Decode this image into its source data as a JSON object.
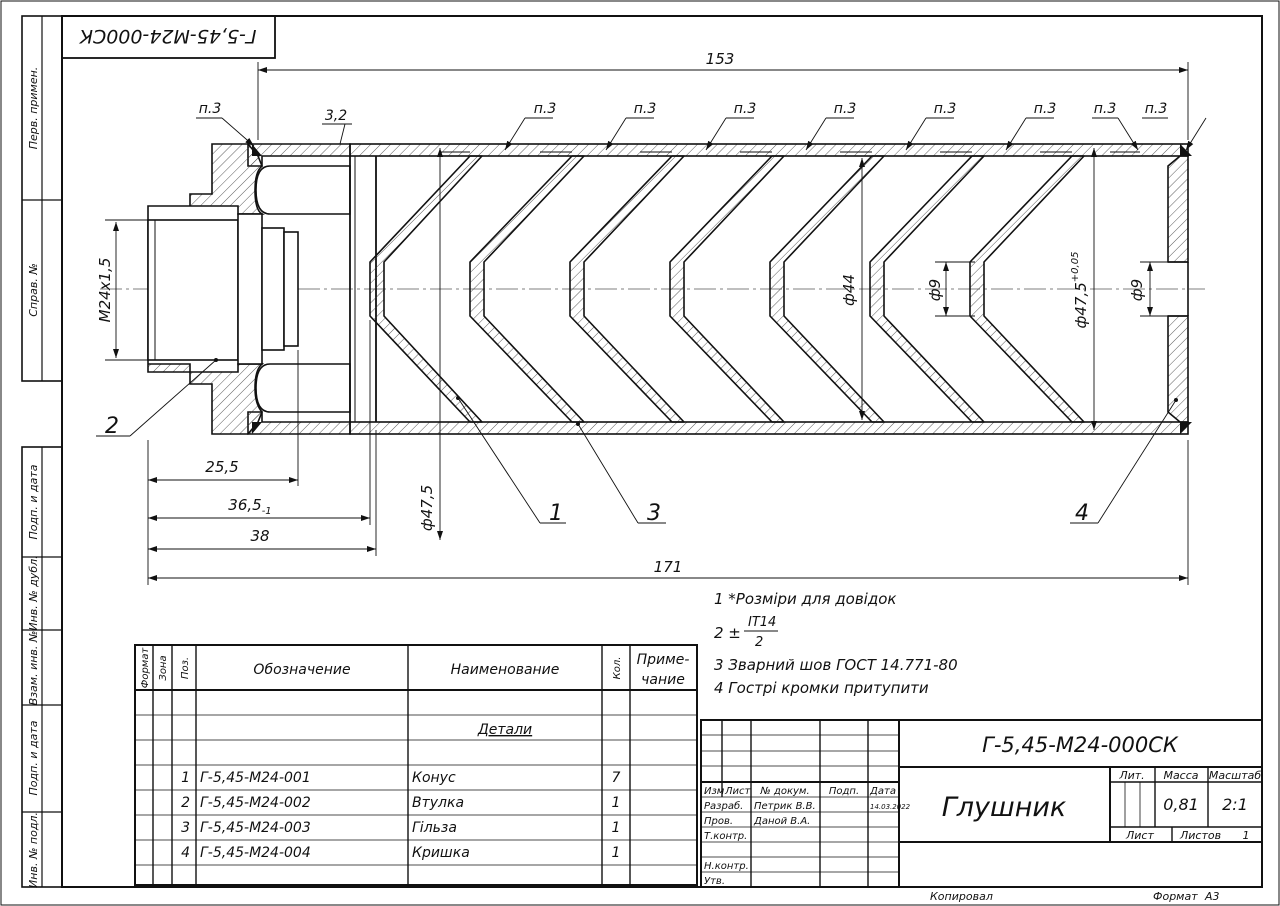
{
  "stamp_code": "Г-5,45-М24-000СК",
  "side_margin": {
    "perv_primen": "Перв. примен.",
    "sprav_no": "Справ. №",
    "podp_data_1": "Подп. и дата",
    "inv_dubl": "Инв. № дубл.",
    "vzam_inv": "Взам. инв. №",
    "podp_data_2": "Подп. и дата",
    "inv_podl": "Инв. № подл."
  },
  "dimensions": {
    "overall_top": "153",
    "overall_bottom": "171",
    "d_25_5": "25,5",
    "d_36_5": "36,5",
    "d_36_5_tol": "-1",
    "d_38": "38",
    "wall": "3,2",
    "thread": "М24х1,5",
    "dia_47_5": "ф47,5",
    "dia_44": "ф44",
    "dia_9a": "ф9",
    "dia_47_5_tol": "ф47,5",
    "dia_47_5_tol_sup": "+0,05",
    "dia_9b": "ф9"
  },
  "weld_label": "п.3",
  "leaders": {
    "l1": "1",
    "l2": "2",
    "l3": "3",
    "l4": "4"
  },
  "notes": {
    "n1": "1  *Розміри для довідок",
    "n2_prefix": "2  ±",
    "n2_num": "IT14",
    "n2_den": "2",
    "n3": "3  Зварний шов ГОСТ 14.771-80",
    "n4": "4  Гострі кромки притупити"
  },
  "spec_table": {
    "headers": {
      "format": "Формат",
      "zona": "Зона",
      "poz": "Поз.",
      "oboznachenie": "Обозначение",
      "naimenovanie": "Наименование",
      "kol": "Кол.",
      "prim_1": "Приме-",
      "prim_2": "чание"
    },
    "section": "Детали",
    "rows": [
      {
        "poz": "1",
        "code": "Г-5,45-М24-001",
        "name": "Конус",
        "qty": "7"
      },
      {
        "poz": "2",
        "code": "Г-5,45-М24-002",
        "name": "Втулка",
        "qty": "1"
      },
      {
        "poz": "3",
        "code": "Г-5,45-М24-003",
        "name": "Гільза",
        "qty": "1"
      },
      {
        "poz": "4",
        "code": "Г-5,45-М24-004",
        "name": "Кришка",
        "qty": "1"
      }
    ]
  },
  "title_block": {
    "doc_code": "Г-5,45-М24-000СК",
    "title": "Глушник",
    "lit": "Лит.",
    "massa": "Масса",
    "masshtab": "Масштаб",
    "massa_val": "0,81",
    "masshtab_val": "2:1",
    "list": "Лист",
    "listov": "Листов",
    "listov_val": "1",
    "izm": "Изм",
    "list_col": "Лист",
    "no_dokum": "№ докум.",
    "podp": "Подп.",
    "data": "Дата",
    "razrab": "Разраб.",
    "prov": "Пров.",
    "t_kontr": "Т.контр.",
    "n_kontr": "Н.контр.",
    "utv": "Утв.",
    "razrab_name": "Петрик В.В.",
    "prov_name": "Даной В.А.",
    "razrab_date": "14.03.2022"
  },
  "footer": {
    "kopiroval": "Копировал",
    "format": "Формат",
    "format_val": "А3"
  }
}
